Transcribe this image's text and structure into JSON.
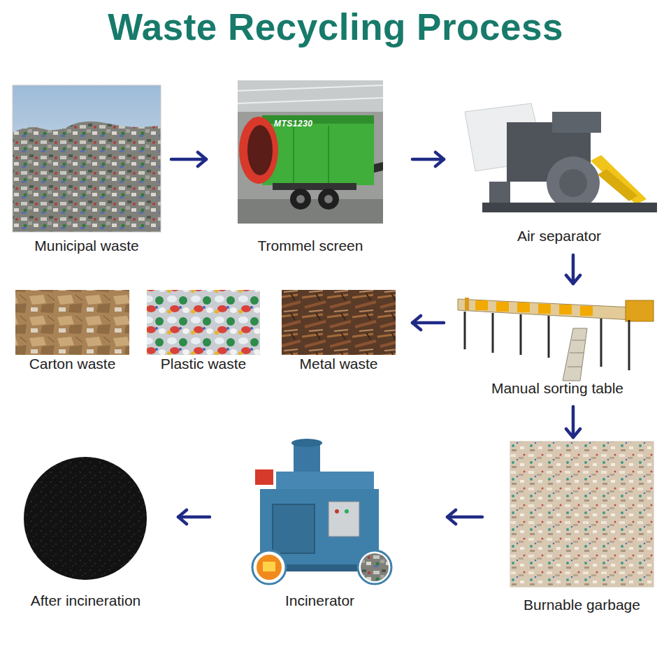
{
  "diagram": {
    "title": "Waste Recycling Process",
    "nodes": [
      {
        "text": [
          "Municipal waste"
        ]
      },
      {
        "text": [
          "Trommel screen"
        ]
      },
      {
        "text": [
          "Air separator"
        ]
      },
      {
        "text": [
          "Carton waste"
        ]
      },
      {
        "text": [
          "Plastic waste"
        ]
      },
      {
        "text": [
          "Metal waste"
        ]
      },
      {
        "text": [
          "Manual sorting table"
        ]
      },
      {
        "text": [
          "Burnable garbage"
        ]
      },
      {
        "text": [
          "Incinerator"
        ]
      },
      {
        "text": [
          "After incineration"
        ]
      }
    ],
    "edges": [
      {
        "from": 0,
        "to": 1,
        "arrow": "to"
      },
      {
        "from": 1,
        "to": 2,
        "arrow": "to"
      },
      {
        "from": 2,
        "to": 6,
        "arrow": "to"
      },
      {
        "from": 6,
        "to": 5,
        "arrow": "to"
      },
      {
        "from": 6,
        "to": 7,
        "arrow": "to"
      },
      {
        "from": 7,
        "to": 8,
        "arrow": "to"
      },
      {
        "from": 8,
        "to": 9,
        "arrow": "to"
      }
    ],
    "labels": [
      "MTS1230"
    ]
  }
}
